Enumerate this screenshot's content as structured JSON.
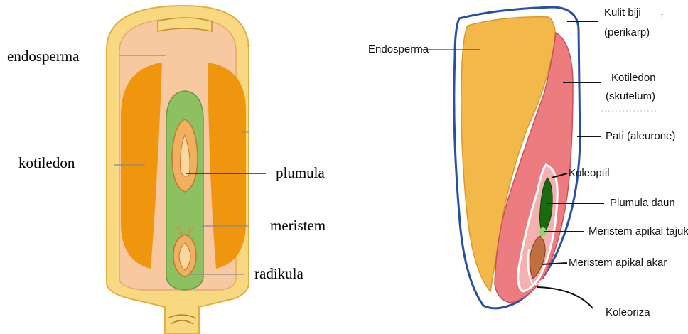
{
  "colors": {
    "seed_coat_fill": "#f8d880",
    "seed_coat_stroke": "#e0b040",
    "endosperm_left": "#f8c8a0",
    "cotyledon_left": "#f0960e",
    "embryo_axis": "#8cc060",
    "plumula_fill": "#f0b060",
    "endosperm_right": "#f2b84a",
    "scutellum": "#ec7c80",
    "pericarp_outline": "#2850a0",
    "coleoptile": "#1a6a10",
    "root_meristem": "#c07040"
  },
  "left_diagram": {
    "labels": {
      "endosperma": "endosperma",
      "kotiledon": "kotiledon",
      "plumula": "plumula",
      "meristem": "meristem",
      "radikula": "radikula"
    }
  },
  "right_diagram": {
    "labels": {
      "endosperma": "Endosperma",
      "kulit_biji": "Kulit biji",
      "kulit_biji_mark": "t",
      "perikarp": "(perikarp)",
      "kotiledon": "Kotiledon",
      "skutelum": "(skutelum)",
      "pati": "Pati (aleurone)",
      "koleoptil": "Koleoptil",
      "plumula_daun": "Plumula daun",
      "meristem_tajuk": "Meristem apikal tajuk",
      "meristem_akar": "Meristem apikal akar",
      "koleoriza": "Koleoriza"
    }
  }
}
